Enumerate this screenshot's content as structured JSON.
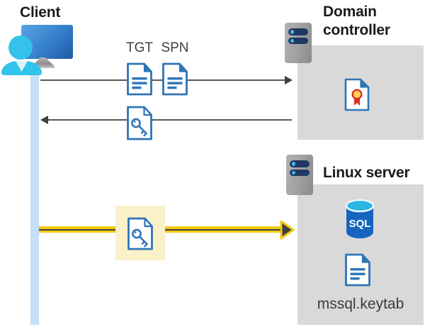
{
  "client": {
    "title": "Client"
  },
  "domain_controller": {
    "title": "Domain controller"
  },
  "linux_server": {
    "title": "Linux server",
    "sql_label": "SQL",
    "keytab_label": "mssql.keytab"
  },
  "messages": {
    "tgt": "TGT",
    "spn": "SPN"
  },
  "colors": {
    "accent_yellow": "#F2C811",
    "highlight_yellow": "#FAF1C9",
    "document_blue": "#2E75B6",
    "lifeline_blue": "#C5DFF8",
    "panel_gray": "#D9D9D9",
    "arrow_gray": "#404040",
    "sql_body_blue": "#1565C0",
    "sql_top_cyan": "#2BB5E0",
    "person_cyan": "#33C3EA"
  }
}
